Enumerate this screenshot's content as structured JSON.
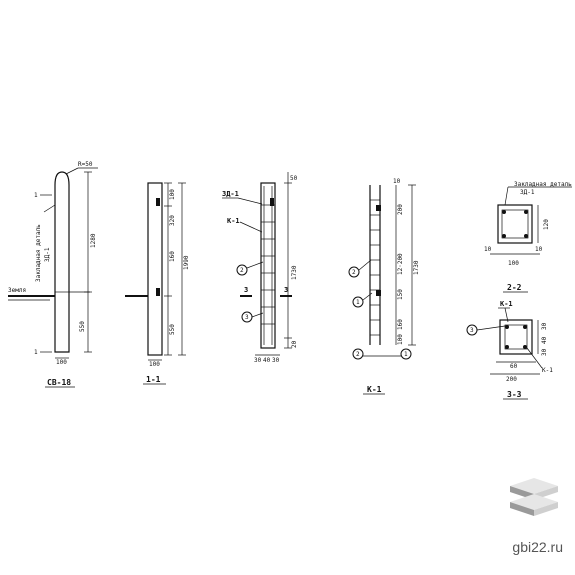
{
  "sheet": {
    "watermark": "gbi22.ru",
    "colors": {
      "ink": "#111111",
      "paper": "#ffffff",
      "logo_light": "#e6e6e6",
      "logo_dark": "#9a9a9a"
    }
  },
  "views": {
    "cb18": {
      "title": "СВ-18",
      "radius": "R=50",
      "embedded": "Закладная деталь",
      "embedded_code": "ЗД-1",
      "ground": "Земля",
      "section_mark": "1",
      "dims": {
        "height": "1280",
        "lower": "550",
        "width": "100"
      }
    },
    "s11": {
      "title": "1-1",
      "dims": {
        "top": "100",
        "mid_a": "320",
        "mid_b": "160",
        "lower": "550",
        "total": "1990",
        "width": "100"
      }
    },
    "elevation": {
      "embedded_code": "ЗД-1",
      "frame": "К-1",
      "cut": "3",
      "marks": [
        "2",
        "3"
      ],
      "dims": {
        "top": "50",
        "total": "1730",
        "bottom": "20",
        "w_a": "30",
        "w_b": "40",
        "w_c": "30"
      }
    },
    "k1": {
      "title": "К-1",
      "marks": [
        "2",
        "1",
        "2",
        "1"
      ],
      "dims": {
        "top": "10",
        "a": "200",
        "b": "12·200",
        "c": "150",
        "d": "160",
        "e": "100",
        "total": "1730"
      }
    },
    "s22": {
      "title": "2-2",
      "embedded": "Закладная деталь",
      "embedded_code": "ЗД-1",
      "dims": {
        "side": "120",
        "left": "10",
        "width": "100",
        "right": "10"
      }
    },
    "s33": {
      "title": "3-3",
      "frame": "К-1",
      "marks": [
        "3"
      ],
      "dims": {
        "a": "30",
        "b": "40",
        "c": "30",
        "w1": "60",
        "w2": "200"
      }
    }
  }
}
